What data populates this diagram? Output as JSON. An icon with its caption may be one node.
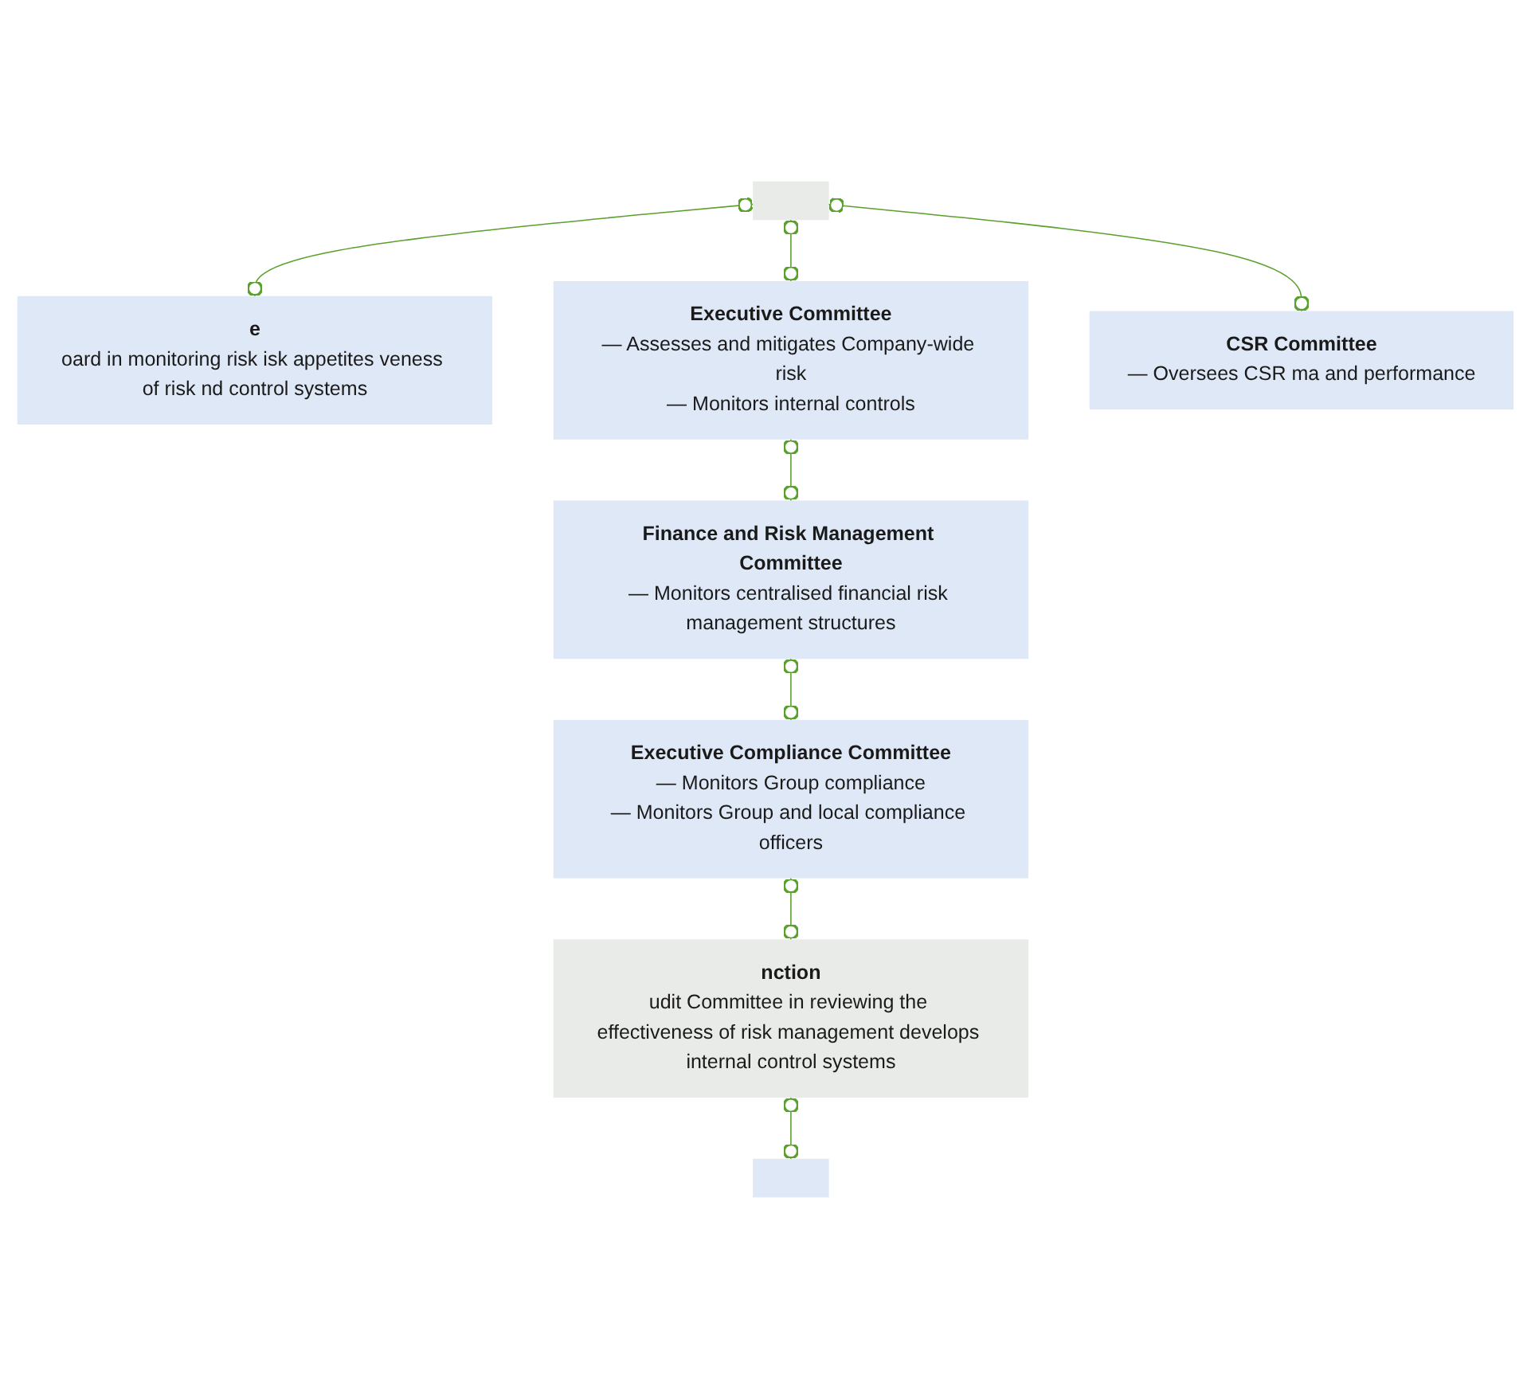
{
  "diagram": {
    "nodes": [
      {
        "text": [],
        "shape": "box"
      },
      {
        "text": [
          "e",
          "oard in monitoring risk isk appetites veness of risk nd control systems"
        ]
      },
      {
        "text": [
          "Executive Committee",
          "— Assesses and mitigates Company-wide risk",
          "— Monitors internal controls"
        ]
      },
      {
        "text": [
          "CSR Committee",
          "— Oversees CSR ma and performance"
        ]
      },
      {
        "text": [
          "Finance and Risk Management Committee",
          "— Monitors centralised financial risk management structures"
        ]
      },
      {
        "text": [
          "Executive Compliance Committee",
          "— Monitors Group compliance",
          "— Monitors Group and local compliance officers"
        ]
      },
      {
        "text": [
          "nction",
          "udit Committee in reviewing the effectiveness of risk management develops internal control systems"
        ]
      },
      {
        "text": [],
        "shape": "box"
      }
    ],
    "edges": [
      {
        "from": 0,
        "to": 1,
        "arrow": "other"
      },
      {
        "from": 0,
        "to": 2,
        "arrow": "other"
      },
      {
        "from": 0,
        "to": 3,
        "arrow": "other"
      },
      {
        "from": 2,
        "to": 4,
        "arrow": "other"
      },
      {
        "from": 4,
        "to": 5,
        "arrow": "other"
      },
      {
        "from": 5,
        "to": 6,
        "arrow": "other"
      },
      {
        "from": 6,
        "to": 7,
        "arrow": "other"
      }
    ]
  }
}
